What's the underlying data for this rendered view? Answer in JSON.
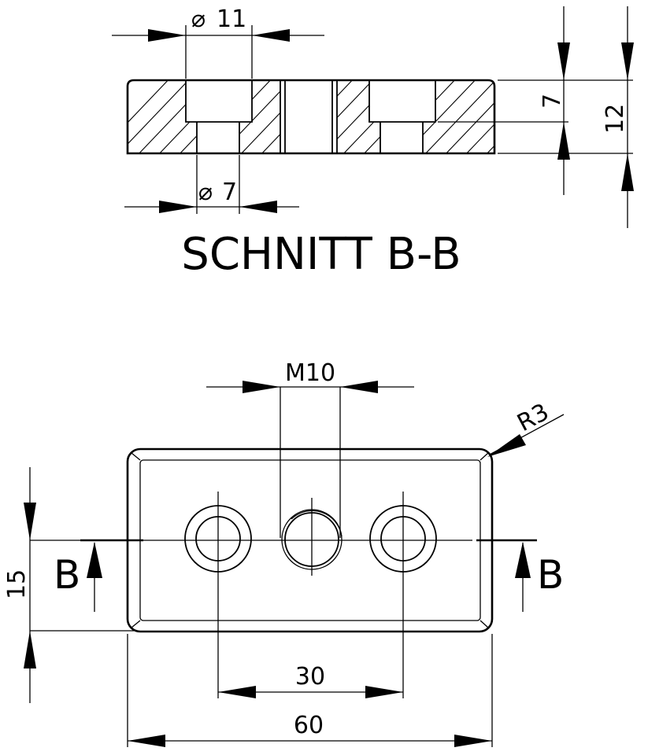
{
  "section": {
    "title": "SCHNITT B-B",
    "dims": {
      "counterbore_diameter": "11",
      "through_hole_diameter": "7",
      "counterbore_depth": "7",
      "total_height": "12"
    }
  },
  "plan": {
    "dims": {
      "thread": "M10",
      "corner_radius": "R3",
      "offset_from_edge": "15",
      "hole_spacing": "30",
      "overall_length": "60"
    },
    "section_markers": {
      "left": "B",
      "right": "B"
    }
  },
  "symbols": {
    "diameter": "⌀"
  }
}
